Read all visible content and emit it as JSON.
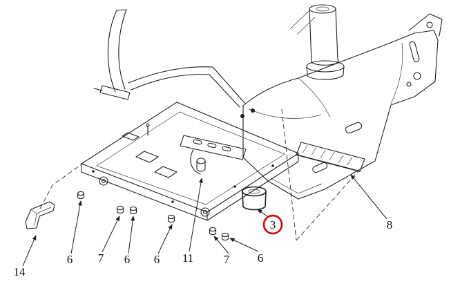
{
  "diagram": {
    "type": "exploded-parts-view",
    "background_color": "#ffffff",
    "line_color": "#1d1d1d",
    "highlight_color": "#cc1111",
    "callouts": [
      {
        "label": "14",
        "highlighted": false
      },
      {
        "label": "6",
        "highlighted": false
      },
      {
        "label": "7",
        "highlighted": false
      },
      {
        "label": "6",
        "highlighted": false
      },
      {
        "label": "6",
        "highlighted": false
      },
      {
        "label": "11",
        "highlighted": false
      },
      {
        "label": "7",
        "highlighted": false
      },
      {
        "label": "6",
        "highlighted": false
      },
      {
        "label": "3",
        "highlighted": true
      },
      {
        "label": "8",
        "highlighted": false
      }
    ]
  }
}
